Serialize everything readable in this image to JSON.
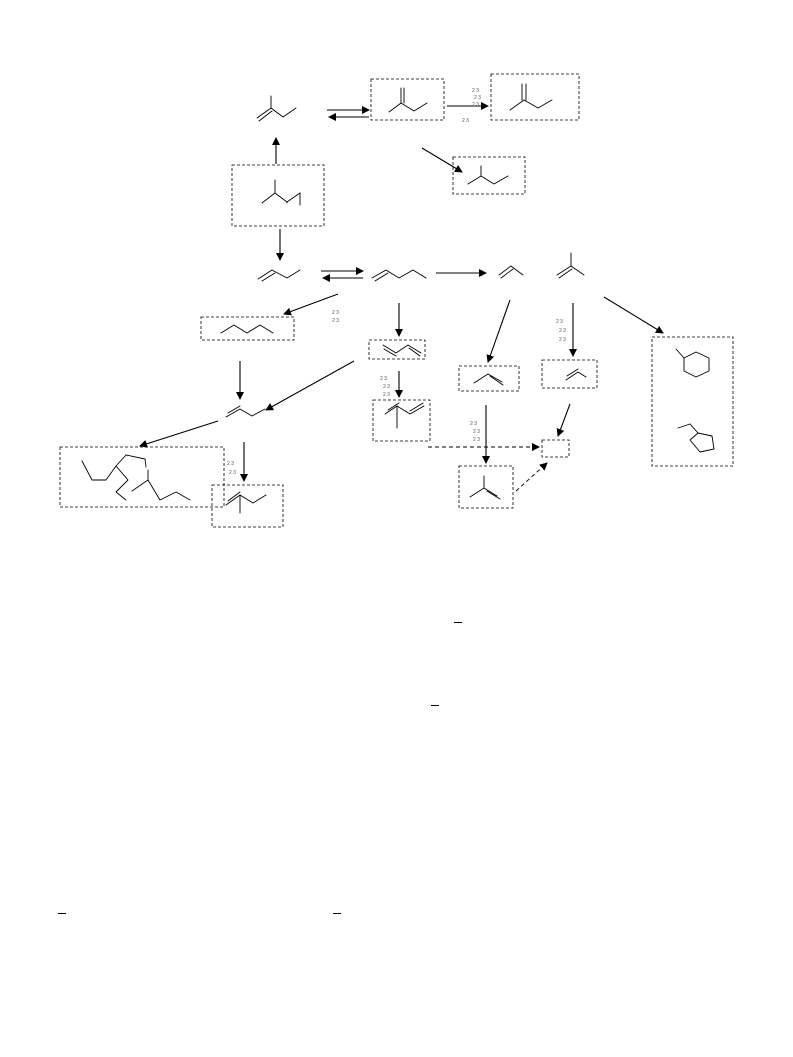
{
  "condition_labels": {
    "a": [
      "2 3",
      "2 3",
      "2 3",
      "2 3"
    ],
    "b": [
      "2 3",
      "2 3"
    ],
    "c": [
      "2 3",
      "2 3",
      "2 3"
    ],
    "d": [
      "2 3",
      "2 3",
      "2 3"
    ],
    "e": [
      "2 3",
      "2 3",
      "2 3"
    ],
    "f": [
      "2 3",
      "2 3"
    ]
  },
  "footnote_marks": [
    "–",
    "–",
    "–",
    "–"
  ]
}
